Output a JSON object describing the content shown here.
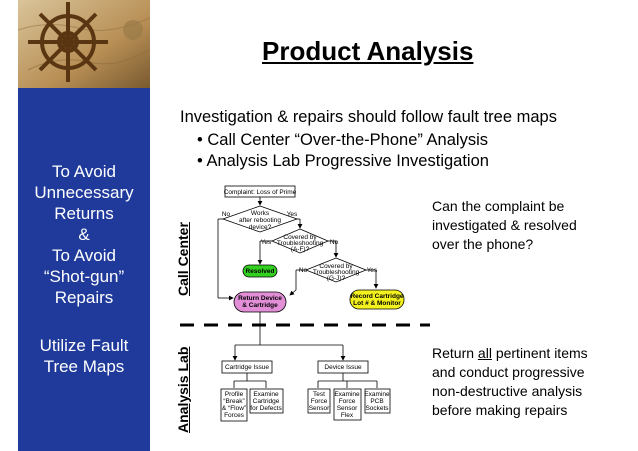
{
  "title": "Product Analysis",
  "intro": "Investigation & repairs should follow fault tree maps",
  "bullets": [
    "Call Center “Over-the-Phone” Analysis",
    "Analysis Lab Progressive Investigation"
  ],
  "sidebar": {
    "block1": [
      "To Avoid",
      "Unnecessary",
      "Returns",
      "&",
      "To Avoid",
      "“Shot-gun”",
      "Repairs"
    ],
    "block2": [
      "Utilize Fault",
      "Tree Maps"
    ]
  },
  "section_labels": {
    "top": "Call Center",
    "bottom": "Analysis Lab"
  },
  "notes": {
    "top": [
      "Can the complaint be",
      "investigated & resolved",
      "over the phone?"
    ],
    "bottom_pre": "Return ",
    "bottom_em": "all",
    "bottom_post": " pertinent items",
    "bottom_rest": [
      "and conduct progressive",
      "non-destructive analysis",
      "before making repairs"
    ]
  },
  "flowchart": {
    "complaint": "Complaint: Loss of Prime",
    "decision1": [
      "Works",
      "after rebooting",
      "device?"
    ],
    "decision2": [
      "Covered by",
      "Troubleshooting",
      "(A-F)?"
    ],
    "decision3": [
      "Covered by",
      "Troubleshooting",
      "(G-J)?"
    ],
    "yes": "Yes",
    "no": "No",
    "resolved": "Resolved",
    "return_device": [
      "Return Device",
      "& Cartridge"
    ],
    "record_cartridge": [
      "Record Cartridge",
      "Lot # & Monitor"
    ],
    "cartridge_issue": "Cartridge Issue",
    "device_issue": "Device Issue",
    "leaves": [
      [
        "Profile",
        "“Break”",
        "& “Flow”",
        "Forces"
      ],
      [
        "Examine",
        "Cartridge",
        "for Defects"
      ],
      [
        "Test",
        "Force",
        "Sensor"
      ],
      [
        "Examine",
        "Force",
        "Sensor",
        "Flex"
      ],
      [
        "Examine",
        "PCB",
        "Sockets"
      ]
    ]
  },
  "colors": {
    "sidebar_bg": "#1f3a9b",
    "resolved_fill": "#33d11f",
    "return_fill": "#e28fd8",
    "record_fill": "#f4f21e"
  }
}
